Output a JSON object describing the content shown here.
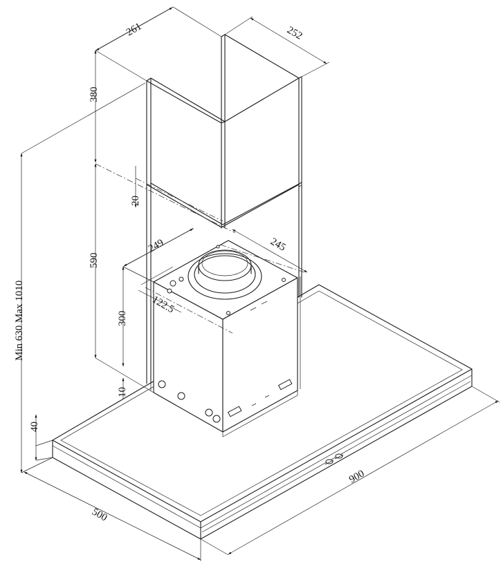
{
  "dimensions": {
    "chimney_width": "261",
    "chimney_depth": "252",
    "upper_chimney_height": "380",
    "overlap": "20",
    "lower_chimney_height": "590",
    "motor_width": "249",
    "motor_depth": "245",
    "outlet_offset": "122.5",
    "motor_height": "300",
    "gap": "10",
    "canopy_height": "40",
    "total_height": "Min 630  Max 1010",
    "hood_width": "900",
    "hood_depth": "500"
  }
}
